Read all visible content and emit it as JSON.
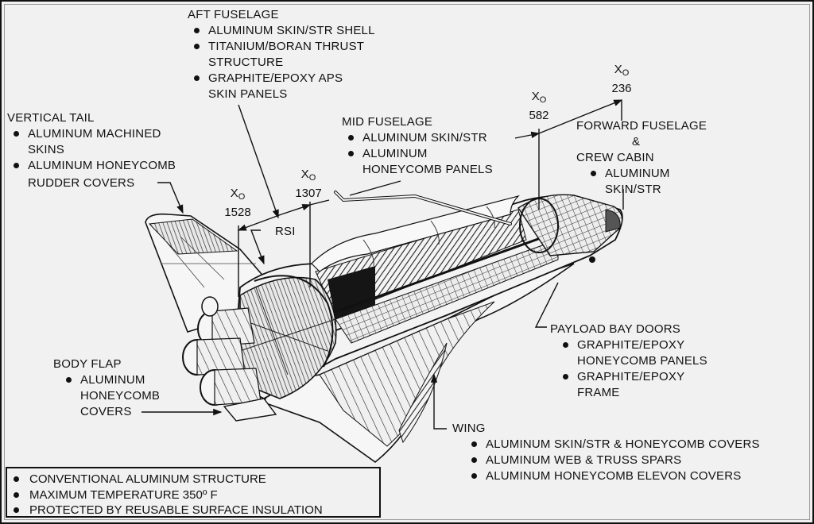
{
  "diagram": {
    "subject": "Space Shuttle orbiter structure cutaway",
    "colors": {
      "background": "#f1f1f1",
      "ink": "#111111",
      "border": "#111111"
    }
  },
  "labels": {
    "aft_fuselage": {
      "title": "AFT FUSELAGE",
      "items": [
        {
          "line1": "ALUMINUM SKIN/STR SHELL"
        },
        {
          "line1": "TITANIUM/BORAN THRUST",
          "line2": "STRUCTURE"
        },
        {
          "line1": "GRAPHITE/EPOXY APS",
          "line2": "SKIN PANELS"
        }
      ]
    },
    "vertical_tail": {
      "title": "VERTICAL TAIL",
      "items": [
        {
          "line1": "ALUMINUM MACHINED",
          "line2": "SKINS"
        },
        {
          "line1": "ALUMINUM HONEYCOMB",
          "line2": "RUDDER COVERS"
        }
      ]
    },
    "mid_fuselage": {
      "title": "MID FUSELAGE",
      "items": [
        {
          "line1": "ALUMINUM SKIN/STR"
        },
        {
          "line1": "ALUMINUM",
          "line2": "HONEYCOMB PANELS"
        }
      ]
    },
    "forward_fuselage": {
      "title_line1": "FORWARD FUSELAGE",
      "title_line2": "&",
      "title_line3": "CREW CABIN",
      "items": [
        {
          "line1": "ALUMINUM",
          "line2": "SKIN/STR"
        }
      ]
    },
    "payload_bay_doors": {
      "title": "PAYLOAD BAY DOORS",
      "items": [
        {
          "line1": "GRAPHITE/EPOXY",
          "line2": "HONEYCOMB PANELS"
        },
        {
          "line1": "GRAPHITE/EPOXY",
          "line2": "FRAME"
        }
      ]
    },
    "body_flap": {
      "title": "BODY FLAP",
      "items": [
        {
          "line1": "ALUMINUM",
          "line2": "HONEYCOMB",
          "line3": "COVERS"
        }
      ]
    },
    "wing": {
      "title": "WING",
      "items": [
        {
          "line1": "ALUMINUM SKIN/STR & HONEYCOMB COVERS"
        },
        {
          "line1": "ALUMINUM WEB & TRUSS SPARS"
        },
        {
          "line1": "ALUMINUM HONEYCOMB ELEVON COVERS"
        }
      ]
    },
    "rsi": "RSI"
  },
  "stations": [
    {
      "symbol": "X",
      "subscript": "O",
      "value": "1528"
    },
    {
      "symbol": "X",
      "subscript": "O",
      "value": "1307"
    },
    {
      "symbol": "X",
      "subscript": "O",
      "value": "582"
    },
    {
      "symbol": "X",
      "subscript": "O",
      "value": "236"
    }
  ],
  "summary": {
    "items": [
      "CONVENTIONAL ALUMINUM STRUCTURE",
      "MAXIMUM TEMPERATURE 350º F",
      "PROTECTED BY REUSABLE SURFACE INSULATION"
    ]
  }
}
